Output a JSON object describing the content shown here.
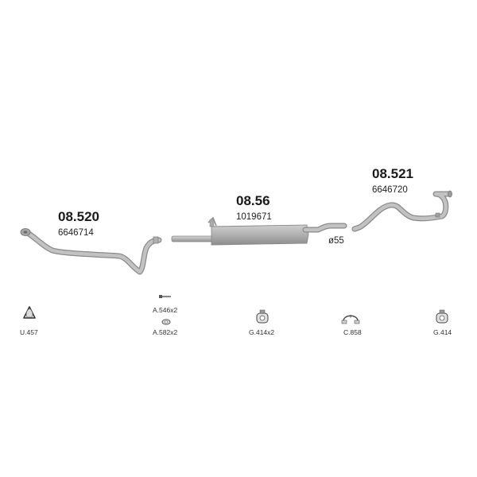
{
  "parts": [
    {
      "id": "front-pipe",
      "part_number": "08.520",
      "oem_number": "6646714"
    },
    {
      "id": "middle-silencer",
      "part_number": "08.56",
      "oem_number": "1019671"
    },
    {
      "id": "rear-pipe",
      "part_number": "08.521",
      "oem_number": "6646720"
    }
  ],
  "dimension": {
    "label": "ø55"
  },
  "accessories": [
    {
      "code": "U.457",
      "icon": "gasket-triangle-icon"
    },
    {
      "code": "A.546x2",
      "icon": "bolt-icon"
    },
    {
      "code": "A.582x2",
      "icon": "nut-icon"
    },
    {
      "code": "G.414x2",
      "icon": "rubber-hanger-icon"
    },
    {
      "code": "C.858",
      "icon": "clamp-icon"
    },
    {
      "code": "G.414",
      "icon": "rubber-hanger-icon"
    }
  ],
  "colors": {
    "pipe_fill": "#b9b9b9",
    "pipe_stroke": "#8a8a8a",
    "background": "#ffffff"
  }
}
